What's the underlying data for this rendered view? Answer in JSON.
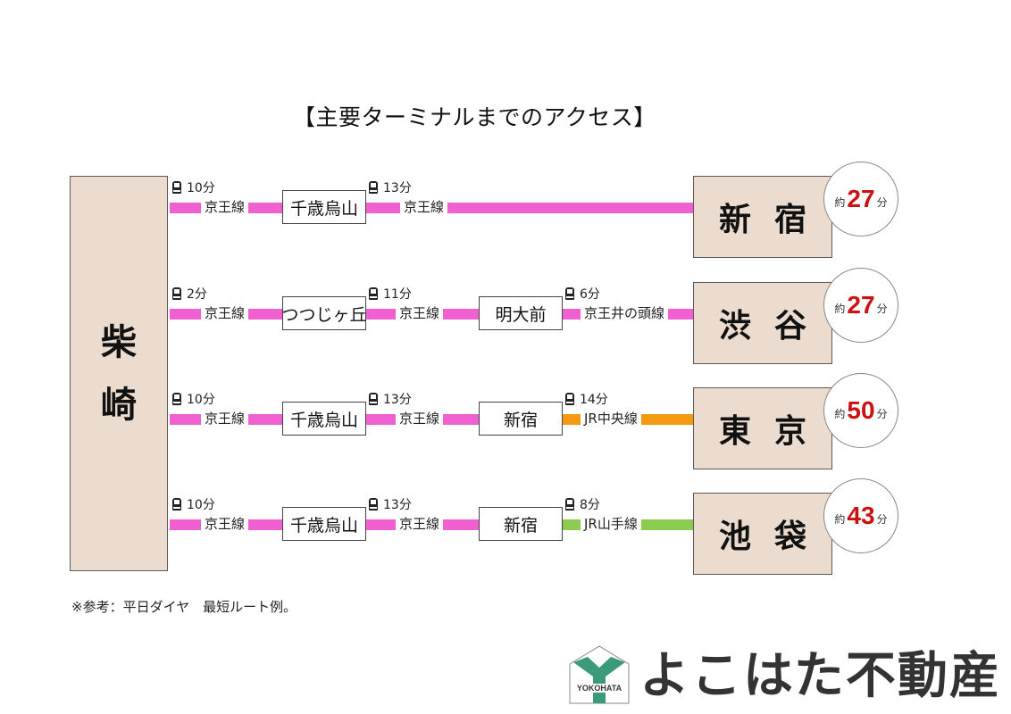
{
  "title": "【主要ターミナルまでのアクセス】",
  "origin": {
    "name_chars": [
      "柴",
      "崎"
    ]
  },
  "colors": {
    "keio": "#f060d0",
    "chuo": "#f59a10",
    "yamanote": "#8ccc50",
    "origin_fill": "#ebdccf",
    "duration_num": "#cc1111"
  },
  "routes": [
    {
      "legs": [
        {
          "time": "10分",
          "line": "京王線",
          "color": "keio"
        },
        {
          "time": "13分",
          "line": "京王線",
          "color": "keio"
        }
      ],
      "stations": [
        "千歳烏山"
      ],
      "destination": "新宿",
      "total": {
        "prefix": "約",
        "value": "27",
        "suffix": "分"
      }
    },
    {
      "legs": [
        {
          "time": "2分",
          "line": "京王線",
          "color": "keio"
        },
        {
          "time": "11分",
          "line": "京王線",
          "color": "keio"
        },
        {
          "time": "6分",
          "line": "京王井の頭線",
          "color": "keio"
        }
      ],
      "stations": [
        "つつじヶ丘",
        "明大前"
      ],
      "destination": "渋谷",
      "total": {
        "prefix": "約",
        "value": "27",
        "suffix": "分"
      }
    },
    {
      "legs": [
        {
          "time": "10分",
          "line": "京王線",
          "color": "keio"
        },
        {
          "time": "13分",
          "line": "京王線",
          "color": "keio"
        },
        {
          "time": "14分",
          "line": "JR中央線",
          "color": "chuo"
        }
      ],
      "stations": [
        "千歳烏山",
        "新宿"
      ],
      "destination": "東京",
      "total": {
        "prefix": "約",
        "value": "50",
        "suffix": "分"
      }
    },
    {
      "legs": [
        {
          "time": "10分",
          "line": "京王線",
          "color": "keio"
        },
        {
          "time": "13分",
          "line": "京王線",
          "color": "keio"
        },
        {
          "time": "8分",
          "line": "JR山手線",
          "color": "yamanote"
        }
      ],
      "stations": [
        "千歳烏山",
        "新宿"
      ],
      "destination": "池袋",
      "total": {
        "prefix": "約",
        "value": "43",
        "suffix": "分"
      }
    }
  ],
  "note": "※参考：平日ダイヤ　最短ルート例。",
  "footer": {
    "logo_text": "YOKOHATA",
    "brand": "よこはた不動産",
    "logo_color": "#3a9a7a"
  }
}
